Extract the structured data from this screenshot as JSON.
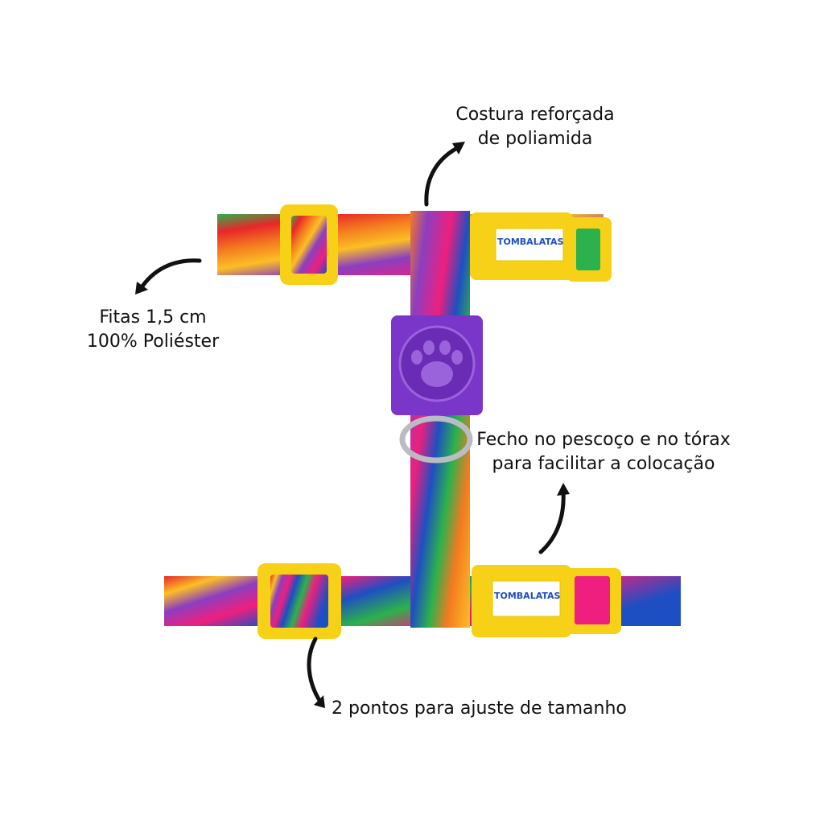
{
  "annotations": {
    "seam": {
      "line1": "Costura reforçada",
      "line2": "de poliamida"
    },
    "straps": {
      "line1": "Fitas 1,5 cm",
      "line2": "100% Poliéster"
    },
    "buckles": {
      "line1": "Fecho no pescoço e no tórax",
      "line2": "para facilitar a colocação"
    },
    "adjust": {
      "line1": "2 pontos para ajuste de tamanho"
    }
  },
  "brand": {
    "logo_top": "TOMBALATAS",
    "logo_bottom": "TOMBALATAS"
  },
  "colors": {
    "buckle_yellow": "#f7d117",
    "slider_purple": "#7a35c9",
    "ring_silver": "#b9bcc2",
    "rainbow": [
      "#e8262a",
      "#f47a20",
      "#fbbf24",
      "#2bb24c",
      "#1e4fc2",
      "#8b3fc0",
      "#ee1f7e"
    ]
  },
  "icons": [
    "paw-print-icon",
    "curved-arrow-icon"
  ]
}
